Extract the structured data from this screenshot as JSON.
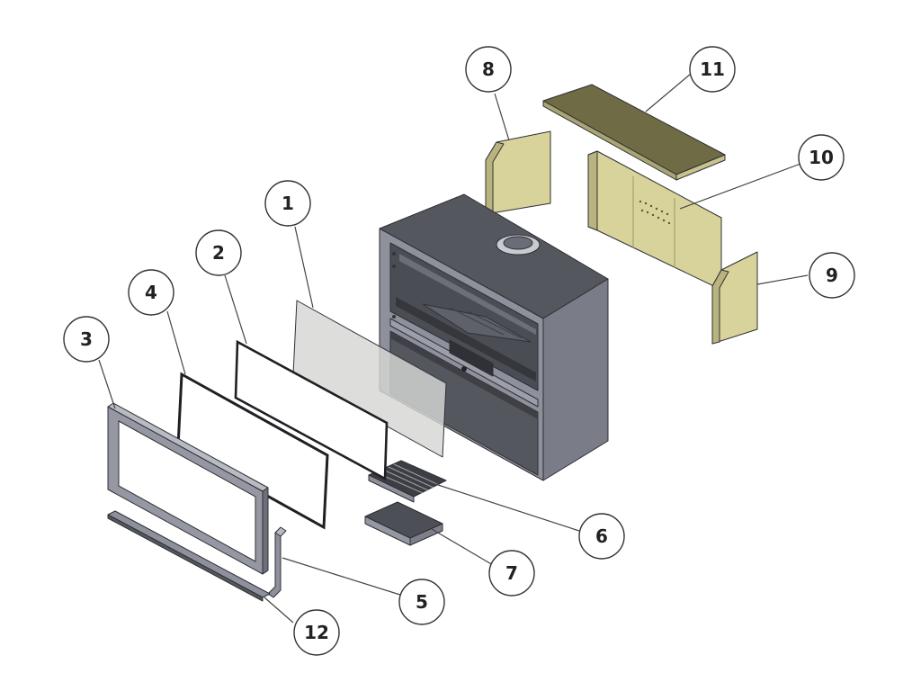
{
  "diagram": {
    "callouts": [
      {
        "id": "c1",
        "label": "1"
      },
      {
        "id": "c2",
        "label": "2"
      },
      {
        "id": "c3",
        "label": "3"
      },
      {
        "id": "c4",
        "label": "4"
      },
      {
        "id": "c5",
        "label": "5"
      },
      {
        "id": "c6",
        "label": "6"
      },
      {
        "id": "c7",
        "label": "7"
      },
      {
        "id": "c8",
        "label": "8"
      },
      {
        "id": "c9",
        "label": "9"
      },
      {
        "id": "c10",
        "label": "10"
      },
      {
        "id": "c11",
        "label": "11"
      },
      {
        "id": "c12",
        "label": "12"
      }
    ]
  },
  "colors": {
    "steel_top": "#55575f",
    "steel_front": "#8e909c",
    "steel_side": "#7a7c88",
    "steel_inner": "#4b4d55",
    "firebrick": "#d8d39a",
    "firebrick_dark": "#a9a473",
    "firebrick_top": "#6e6b45",
    "glass": "#d6d7d4",
    "frame": "#9597a2"
  }
}
